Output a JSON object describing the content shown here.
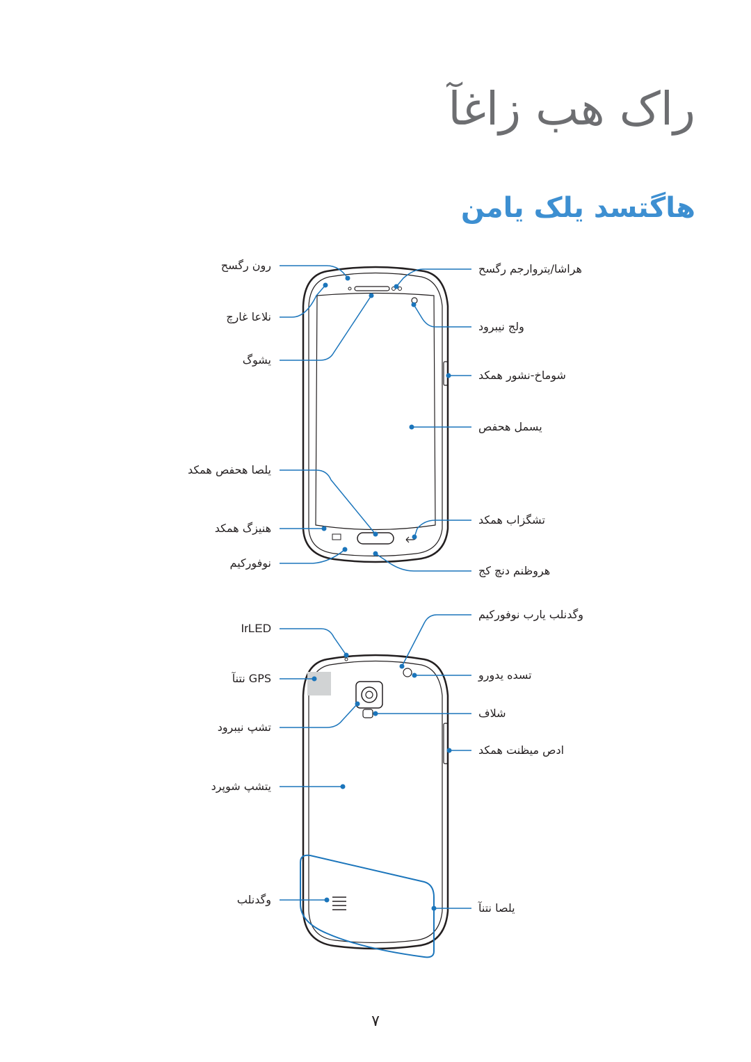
{
  "page": {
    "chapter_title": "راک هب زاغآ",
    "section_title": "هاگتسد یلک یامن",
    "page_number": "۷"
  },
  "front_labels": {
    "left": {
      "proximity_sensor": "رون رگسح",
      "notification_light": "نلاعا غارچ",
      "earpiece": "یشوگ",
      "home_key": "یلصا هحفص همکد",
      "menu_key": "هنیزگ همکد",
      "microphone": "نوفوركیم"
    },
    "right": {
      "gesture_sensor": "هراشا/یتروارجم رگسح",
      "front_camera": "ولج نیبرود",
      "power_key": "شوماخ-نشور همکد",
      "touch_screen": "یسمل هحفص",
      "back_key": "تشگزاب همکد",
      "multipurpose_jack": "هروظنم دنچ کج"
    }
  },
  "back_labels": {
    "left": {
      "irled": "IrLED",
      "gps_antenna": "GPS نتنآ",
      "rear_camera": "تشپ نیبرود",
      "back_cover": "یتشپ شوپرد",
      "speaker": "وگدنلب"
    },
    "right": {
      "speaker_mic": "وگدنلب یارب نوفوركیم",
      "headset_jack": "تسده یدورو",
      "flash": "شلاف",
      "volume_key": "ادص میظنت همکد",
      "main_antenna": "یلصا نتنآ"
    }
  },
  "colors": {
    "callout": "#1b75bb",
    "section_title": "#3d8fd1",
    "chapter_title": "#6d6e71",
    "outline": "#231f20"
  }
}
